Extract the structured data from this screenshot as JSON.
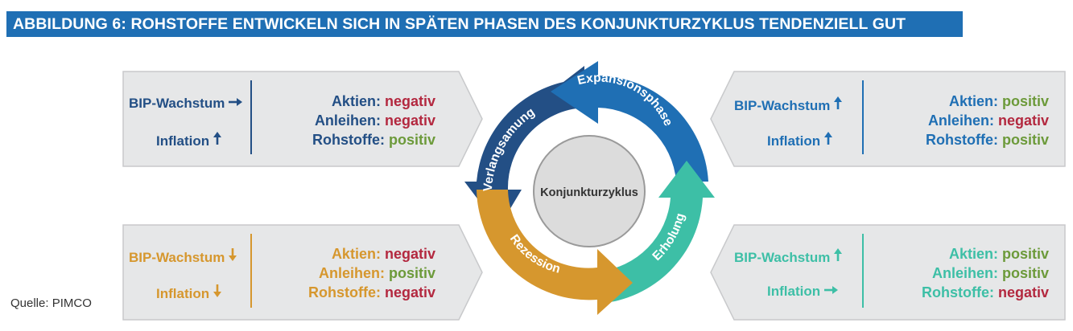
{
  "title": "ABBILDUNG 6: ROHSTOFFE ENTWICKELN SICH IN SPÄTEN PHASEN DES KONJUNKTURZYKLUS TENDENZIELL GUT",
  "source": "Quelle: PIMCO",
  "colors": {
    "title_bar": "#1f6fb4",
    "navy": "#234f85",
    "blue": "#1f6fb4",
    "teal": "#3dbfa6",
    "orange": "#d6972e",
    "negative": "#b3283f",
    "positive": "#6c9a3a",
    "panel_fill": "#e6e7e8",
    "panel_stroke": "#c8c9cb"
  },
  "cycle": {
    "center_label": "Konjunkturzyklus",
    "phases": {
      "expansion": "Expansionsphase",
      "late": "Verlangsamung",
      "recession": "Rezession",
      "recovery": "Erholung"
    }
  },
  "panels": {
    "top_left": {
      "bip_label": "BIP-Wachstum",
      "bip_arrow": "arrow-right-icon",
      "inflation_label": "Inflation",
      "inflation_arrow": "arrow-up-icon",
      "assets": [
        {
          "name": "Aktien:",
          "value": "negativ",
          "tone": "negative"
        },
        {
          "name": "Anleihen:",
          "value": "negativ",
          "tone": "negative"
        },
        {
          "name": "Rohstoffe:",
          "value": "positiv",
          "tone": "positive"
        }
      ]
    },
    "top_right": {
      "bip_label": "BIP-Wachstum",
      "bip_arrow": "arrow-up-icon",
      "inflation_label": "Inflation",
      "inflation_arrow": "arrow-up-icon",
      "assets": [
        {
          "name": "Aktien:",
          "value": "positiv",
          "tone": "positive"
        },
        {
          "name": "Anleihen:",
          "value": "negativ",
          "tone": "negative"
        },
        {
          "name": "Rohstoffe:",
          "value": "positiv",
          "tone": "positive"
        }
      ]
    },
    "bottom_left": {
      "bip_label": "BIP-Wachstum",
      "bip_arrow": "arrow-down-icon",
      "inflation_label": "Inflation",
      "inflation_arrow": "arrow-down-icon",
      "assets": [
        {
          "name": "Aktien:",
          "value": "negativ",
          "tone": "negative"
        },
        {
          "name": "Anleihen:",
          "value": "positiv",
          "tone": "positive"
        },
        {
          "name": "Rohstoffe:",
          "value": "negativ",
          "tone": "negative"
        }
      ]
    },
    "bottom_right": {
      "bip_label": "BIP-Wachstum",
      "bip_arrow": "arrow-up-icon",
      "inflation_label": "Inflation",
      "inflation_arrow": "arrow-right-icon",
      "assets": [
        {
          "name": "Aktien:",
          "value": "positiv",
          "tone": "positive"
        },
        {
          "name": "Anleihen:",
          "value": "positiv",
          "tone": "positive"
        },
        {
          "name": "Rohstoffe:",
          "value": "negativ",
          "tone": "negative"
        }
      ]
    }
  }
}
